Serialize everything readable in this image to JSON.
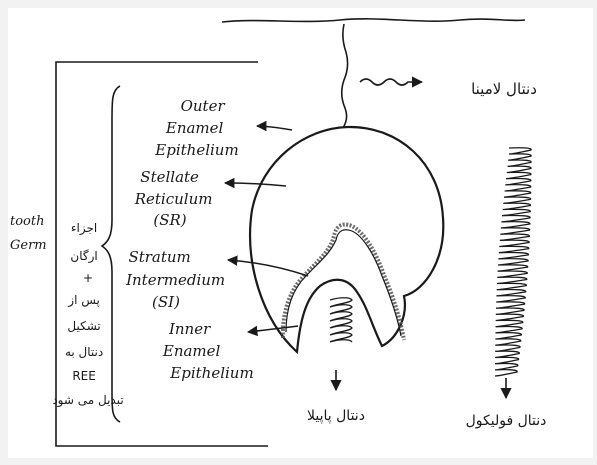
{
  "labels": {
    "outer_enamel_epithelium": [
      "Outer",
      "Enamel",
      "Epithelium"
    ],
    "stellate_reticulum": [
      "Stellate",
      "Reticulum",
      "(SR)"
    ],
    "stratum_intermedium": [
      "Stratum",
      "Intermedium",
      "(SI)"
    ],
    "inner_enamel_epithelium": [
      "Inner",
      "Enamel",
      "Epithelium"
    ],
    "tooth_germ": [
      "tooth",
      "Germ"
    ],
    "dental_lamina": "دنتال لامینا",
    "dental_papilla": "دنتال پاپیلا",
    "dental_follicle": "دنتال فولیکول",
    "side_notes": [
      "اجزاء",
      "ارگان",
      "+",
      "پس از",
      "تشکیل",
      "دنتال به",
      "REE",
      "تبدیل می شود"
    ]
  },
  "colors": {
    "ink": "#1a1a1a",
    "background": "#f2f2f2",
    "paper": "#ffffff"
  }
}
